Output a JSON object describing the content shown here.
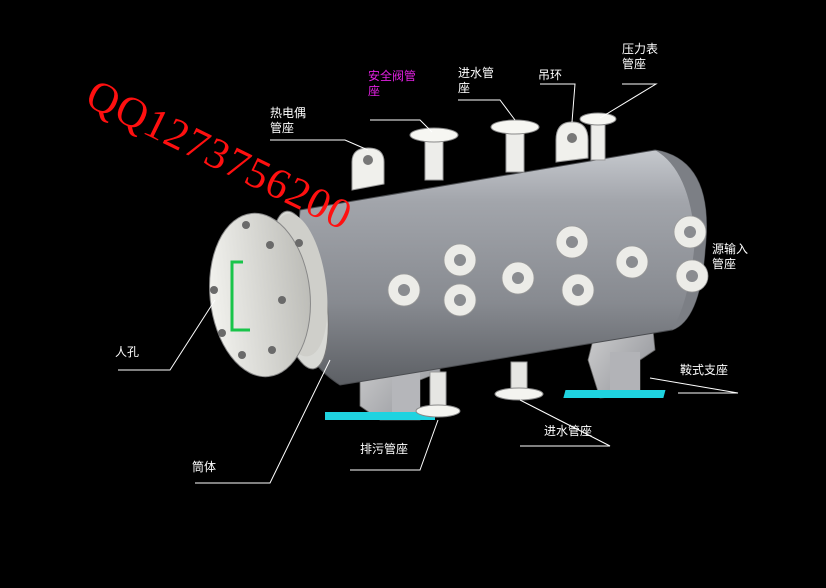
{
  "labels": {
    "thermocouple": [
      "热电偶",
      "管座"
    ],
    "safety_valve": [
      "安全阀管",
      "座"
    ],
    "water_inlet_top": [
      "进水管",
      "座"
    ],
    "lifting_lug": "吊环",
    "pressure_gauge": [
      "压力表",
      "管座"
    ],
    "heat_source": [
      "源输入",
      "管座"
    ],
    "manhole": "人孔",
    "cylinder": "筒体",
    "drain": "排污管座",
    "water_inlet_bottom": "进水管座",
    "saddle": "鞍式支座"
  },
  "watermark": "QQ1273756200",
  "colors": {
    "background": "#000000",
    "shell": "#8d9097",
    "nozzle": "#e6e6e3",
    "leader": "#ffffff",
    "highlight_label": "#e020e0",
    "watermark": "#ff1010",
    "base_plate": "#1fd3e0",
    "manhole_bracket": "#19c44a"
  }
}
